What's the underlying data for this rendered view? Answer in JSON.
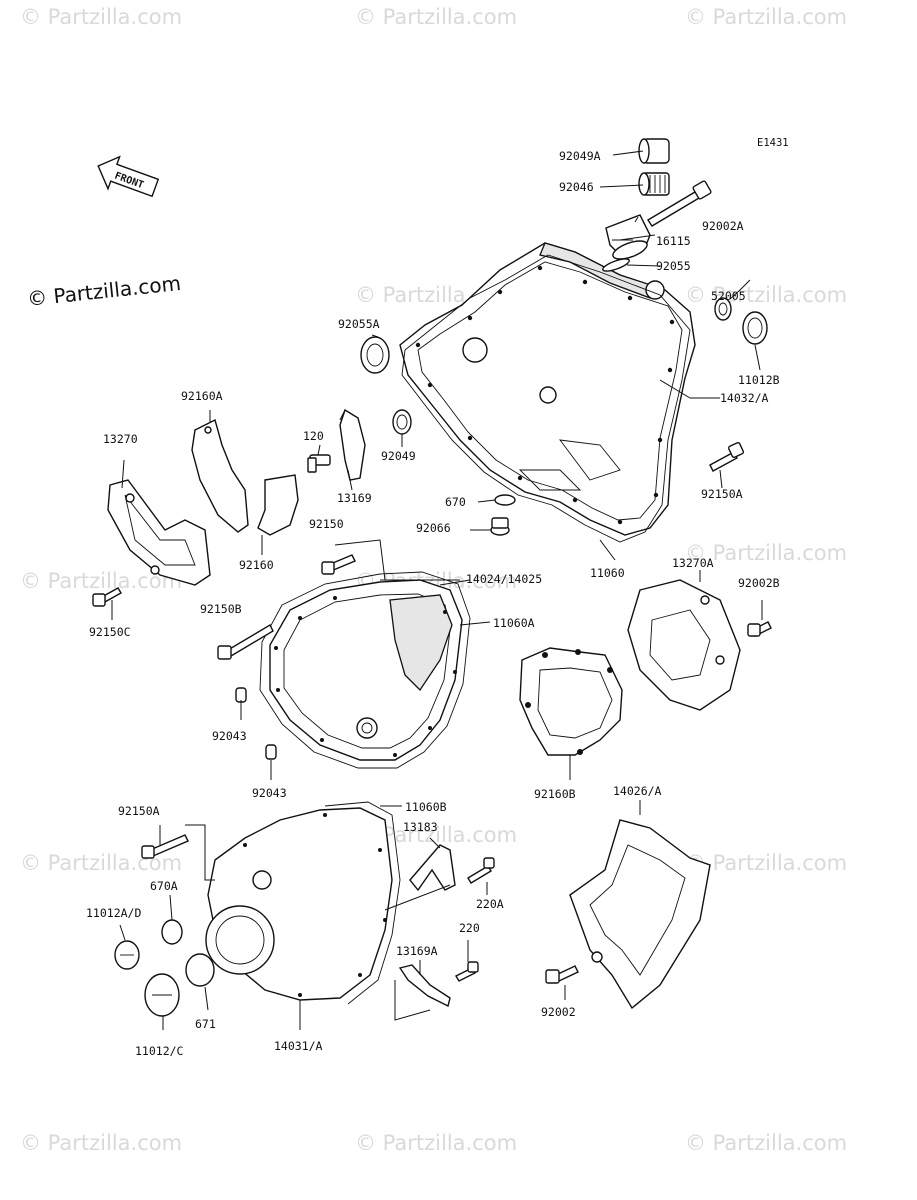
{
  "diagram": {
    "code": "E1431",
    "front_label": "FRONT",
    "brand": "© Partzilla.com",
    "watermark": "© Partzilla.com",
    "labels": {
      "p92049A": "92049A",
      "p92046": "92046",
      "p92002A": "92002A",
      "p16115": "16115",
      "p92055": "92055",
      "p52005": "52005",
      "p92055A": "92055A",
      "p11012B": "11012B",
      "p14032A": "14032/A",
      "p92160A": "92160A",
      "p13270": "13270",
      "p120": "120",
      "p13169": "13169",
      "p92049": "92049",
      "p670": "670",
      "p92066": "92066",
      "p92150A_top": "92150A",
      "p92150": "92150",
      "p92160": "92160",
      "p14024": "14024/14025",
      "p11060": "11060",
      "p13270A": "13270A",
      "p92002B": "92002B",
      "p92150C": "92150C",
      "p92150B": "92150B",
      "p11060A": "11060A",
      "p92043a": "92043",
      "p92043b": "92043",
      "p92160B": "92160B",
      "p14026A": "14026/A",
      "p92150A_bot": "92150A",
      "p11060B": "11060B",
      "p13183": "13183",
      "p670A": "670A",
      "p220A": "220A",
      "p11012AD": "11012A/D",
      "p220": "220",
      "p13169A": "13169A",
      "p671": "671",
      "p11012C": "11012/C",
      "p14031A": "14031/A",
      "p92002": "92002"
    }
  }
}
